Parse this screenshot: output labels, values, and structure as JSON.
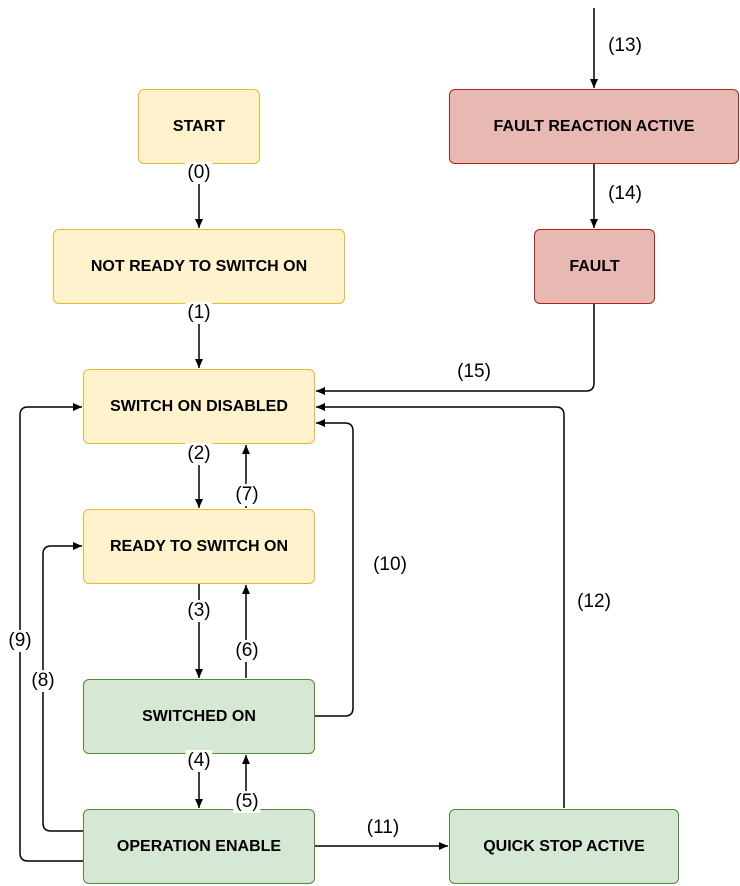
{
  "states": {
    "start": "START",
    "not_ready": "NOT READY TO SWITCH ON",
    "switch_on_disabled": "SWITCH ON DISABLED",
    "ready_to_switch_on": "READY TO SWITCH ON",
    "switched_on": "SWITCHED ON",
    "operation_enable": "OPERATION ENABLE",
    "quick_stop_active": "QUICK STOP ACTIVE",
    "fault_reaction_active": "FAULT REACTION ACTIVE",
    "fault": "FAULT"
  },
  "transitions": {
    "t0": "(0)",
    "t1": "(1)",
    "t2": "(2)",
    "t3": "(3)",
    "t4": "(4)",
    "t5": "(5)",
    "t6": "(6)",
    "t7": "(7)",
    "t8": "(8)",
    "t9": "(9)",
    "t10": "(10)",
    "t11": "(11)",
    "t12": "(12)",
    "t13": "(13)",
    "t14": "(14)",
    "t15": "(15)"
  },
  "colors": {
    "yellow_fill": "#fff2cc",
    "yellow_border": "#e8b931",
    "green_fill": "#d5e8d4",
    "green_border": "#538a34",
    "red_fill": "#e8b8b2",
    "red_border": "#b02418"
  }
}
